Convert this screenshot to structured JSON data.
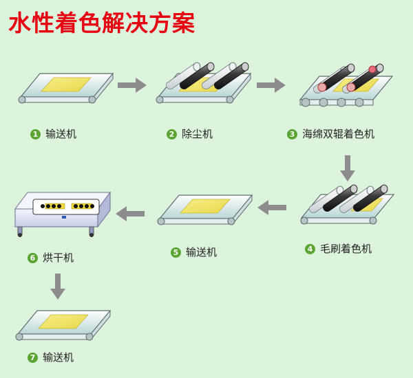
{
  "title": "水性着色解决方案",
  "steps": [
    {
      "num": "1",
      "label": "输送机"
    },
    {
      "num": "2",
      "label": "除尘机"
    },
    {
      "num": "3",
      "label": "海绵双辊着色机"
    },
    {
      "num": "4",
      "label": "毛刷着色机"
    },
    {
      "num": "5",
      "label": "输送机"
    },
    {
      "num": "6",
      "label": "烘干机"
    },
    {
      "num": "7",
      "label": "输送机"
    }
  ],
  "colors": {
    "accent": "#e60012",
    "badge": "#5aa532",
    "background": "#dcf3dc",
    "panel": "#f2e66a",
    "arrow": "#8c8c8c"
  }
}
